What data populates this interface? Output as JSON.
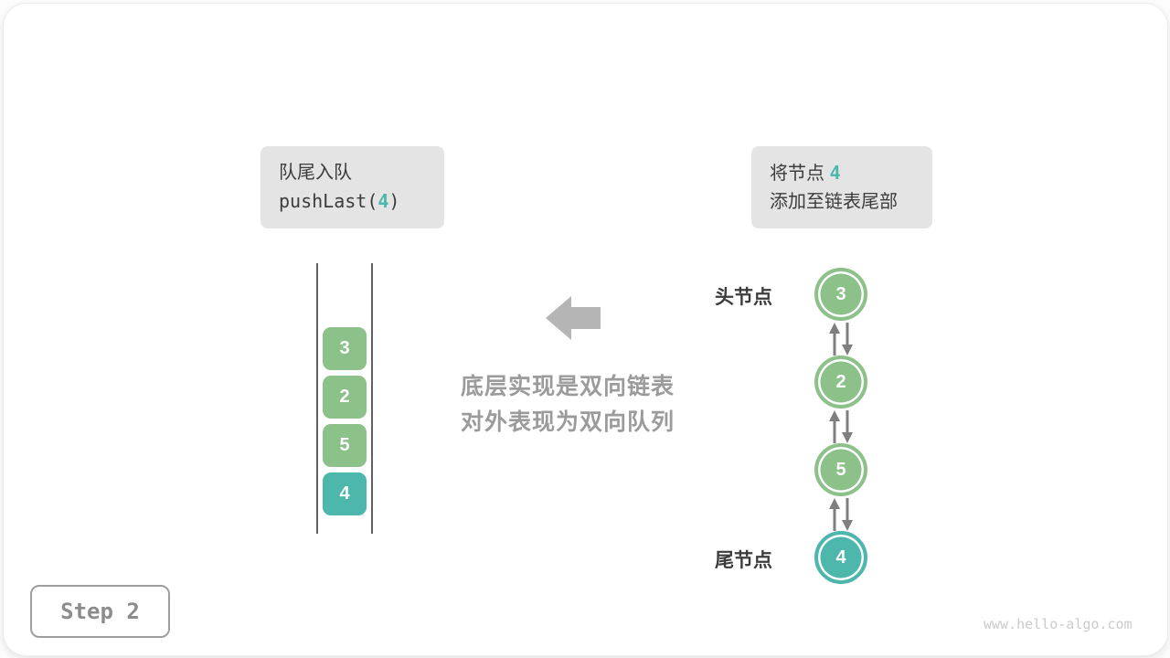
{
  "colors": {
    "green": "#8DC18A",
    "teal": "#4DB7AC",
    "ink": "#3C3C3C",
    "label-bg": "#E4E4E4",
    "caption-gray": "#9B9B9B",
    "arrow-gray": "#7F7F7F",
    "block-arrow-gray": "#B5B5B5"
  },
  "enqueue_label": {
    "line1": "队尾入队",
    "code_prefix": "pushLast(",
    "code_value": "4",
    "code_suffix": ")"
  },
  "note_label": {
    "line1_prefix": "将节点 ",
    "line1_value": "4",
    "line2": "添加至链表尾部"
  },
  "queue": {
    "items": [
      {
        "value": "3",
        "color": "green"
      },
      {
        "value": "2",
        "color": "green"
      },
      {
        "value": "5",
        "color": "green"
      },
      {
        "value": "4",
        "color": "teal"
      }
    ]
  },
  "caption": {
    "line1": "底层实现是双向链表",
    "line2": "对外表现为双向队列"
  },
  "linked_list": {
    "head_label": "头节点",
    "tail_label": "尾节点",
    "nodes": [
      {
        "value": "3",
        "color": "green"
      },
      {
        "value": "2",
        "color": "green"
      },
      {
        "value": "5",
        "color": "green"
      },
      {
        "value": "4",
        "color": "teal"
      }
    ]
  },
  "step": {
    "label": "Step 2"
  },
  "watermark": "www.hello-algo.com"
}
